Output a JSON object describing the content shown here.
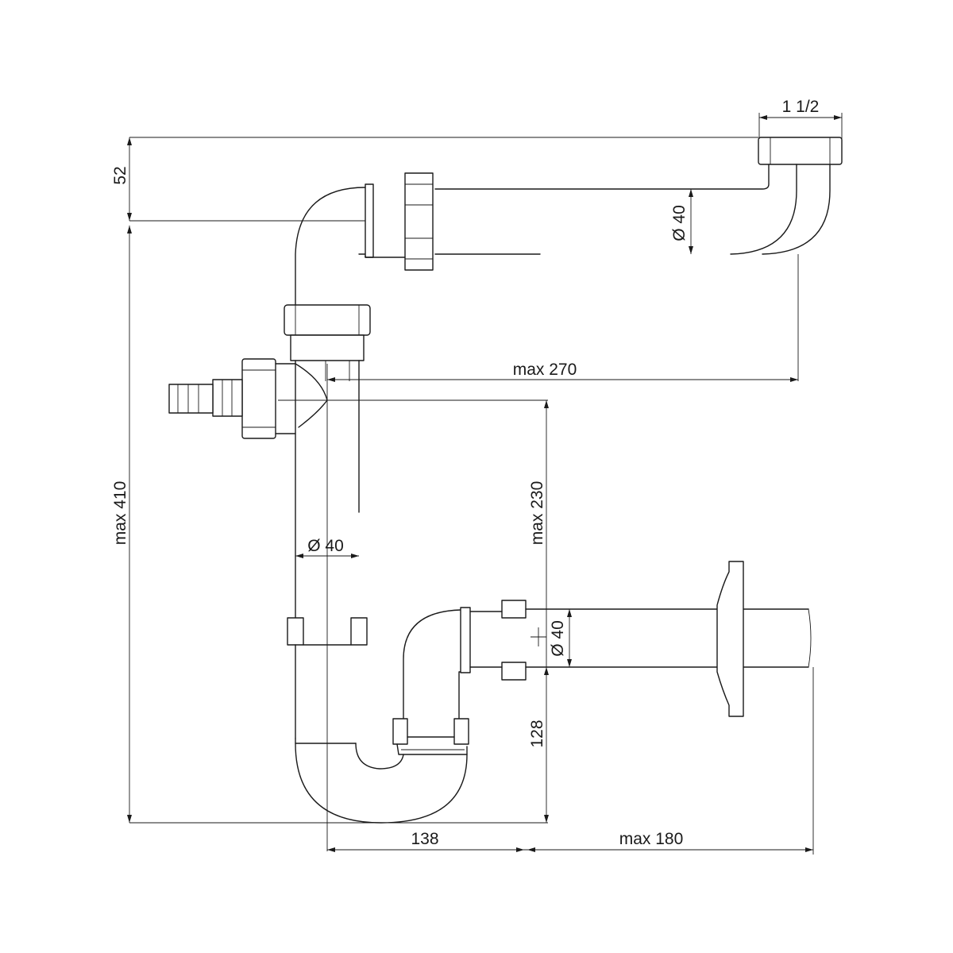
{
  "dimensions": {
    "thread_size": "1 1/2",
    "top_offset": "52",
    "top_pipe_diameter": "Ø 40",
    "horizontal_reach": "max 270",
    "total_height": "max 410",
    "vertical_pipe_height": "max 230",
    "vertical_pipe_diameter": "Ø 40",
    "outlet_diameter": "Ø 40",
    "trap_height": "128",
    "trap_width": "138",
    "outlet_length": "max 180"
  }
}
